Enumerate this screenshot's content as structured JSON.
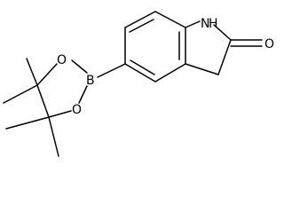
{
  "molecule": {
    "atoms": {
      "nh": "N",
      "h": "H",
      "o_carbonyl": "O",
      "boron": "B",
      "o_ring_top": "O",
      "o_ring_bottom": "O"
    }
  },
  "colors": {
    "bond": "#000000",
    "label": "#000000",
    "background": "#ffffff"
  }
}
